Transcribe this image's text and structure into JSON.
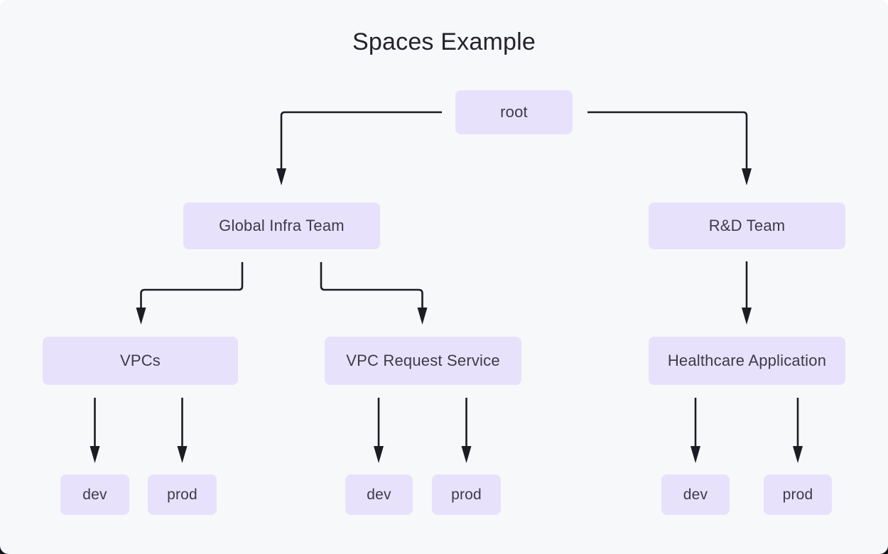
{
  "title": "Spaces Example",
  "nodes": {
    "root": {
      "label": "root"
    },
    "global_infra_team": {
      "label": "Global Infra Team"
    },
    "rd_team": {
      "label": "R&D Team"
    },
    "vpcs": {
      "label": "VPCs"
    },
    "vpc_request_service": {
      "label": "VPC Request Service"
    },
    "healthcare_application": {
      "label": "Healthcare Application"
    },
    "vpcs_dev": {
      "label": "dev"
    },
    "vpcs_prod": {
      "label": "prod"
    },
    "vpc_request_service_dev": {
      "label": "dev"
    },
    "vpc_request_service_prod": {
      "label": "prod"
    },
    "healthcare_application_dev": {
      "label": "dev"
    },
    "healthcare_application_prod": {
      "label": "prod"
    }
  },
  "edges": [
    {
      "from": "root",
      "to": "global_infra_team"
    },
    {
      "from": "root",
      "to": "rd_team"
    },
    {
      "from": "global_infra_team",
      "to": "vpcs"
    },
    {
      "from": "global_infra_team",
      "to": "vpc_request_service"
    },
    {
      "from": "rd_team",
      "to": "healthcare_application"
    },
    {
      "from": "vpcs",
      "to": "vpcs_dev"
    },
    {
      "from": "vpcs",
      "to": "vpcs_prod"
    },
    {
      "from": "vpc_request_service",
      "to": "vpc_request_service_dev"
    },
    {
      "from": "vpc_request_service",
      "to": "vpc_request_service_prod"
    },
    {
      "from": "healthcare_application",
      "to": "healthcare_application_dev"
    },
    {
      "from": "healthcare_application",
      "to": "healthcare_application_prod"
    }
  ],
  "colors": {
    "background": "#f7f8fa",
    "node_fill": "#e8e1fb",
    "node_text": "#3d3a49",
    "title_text": "#24222c",
    "connector": "#1d1c23"
  }
}
